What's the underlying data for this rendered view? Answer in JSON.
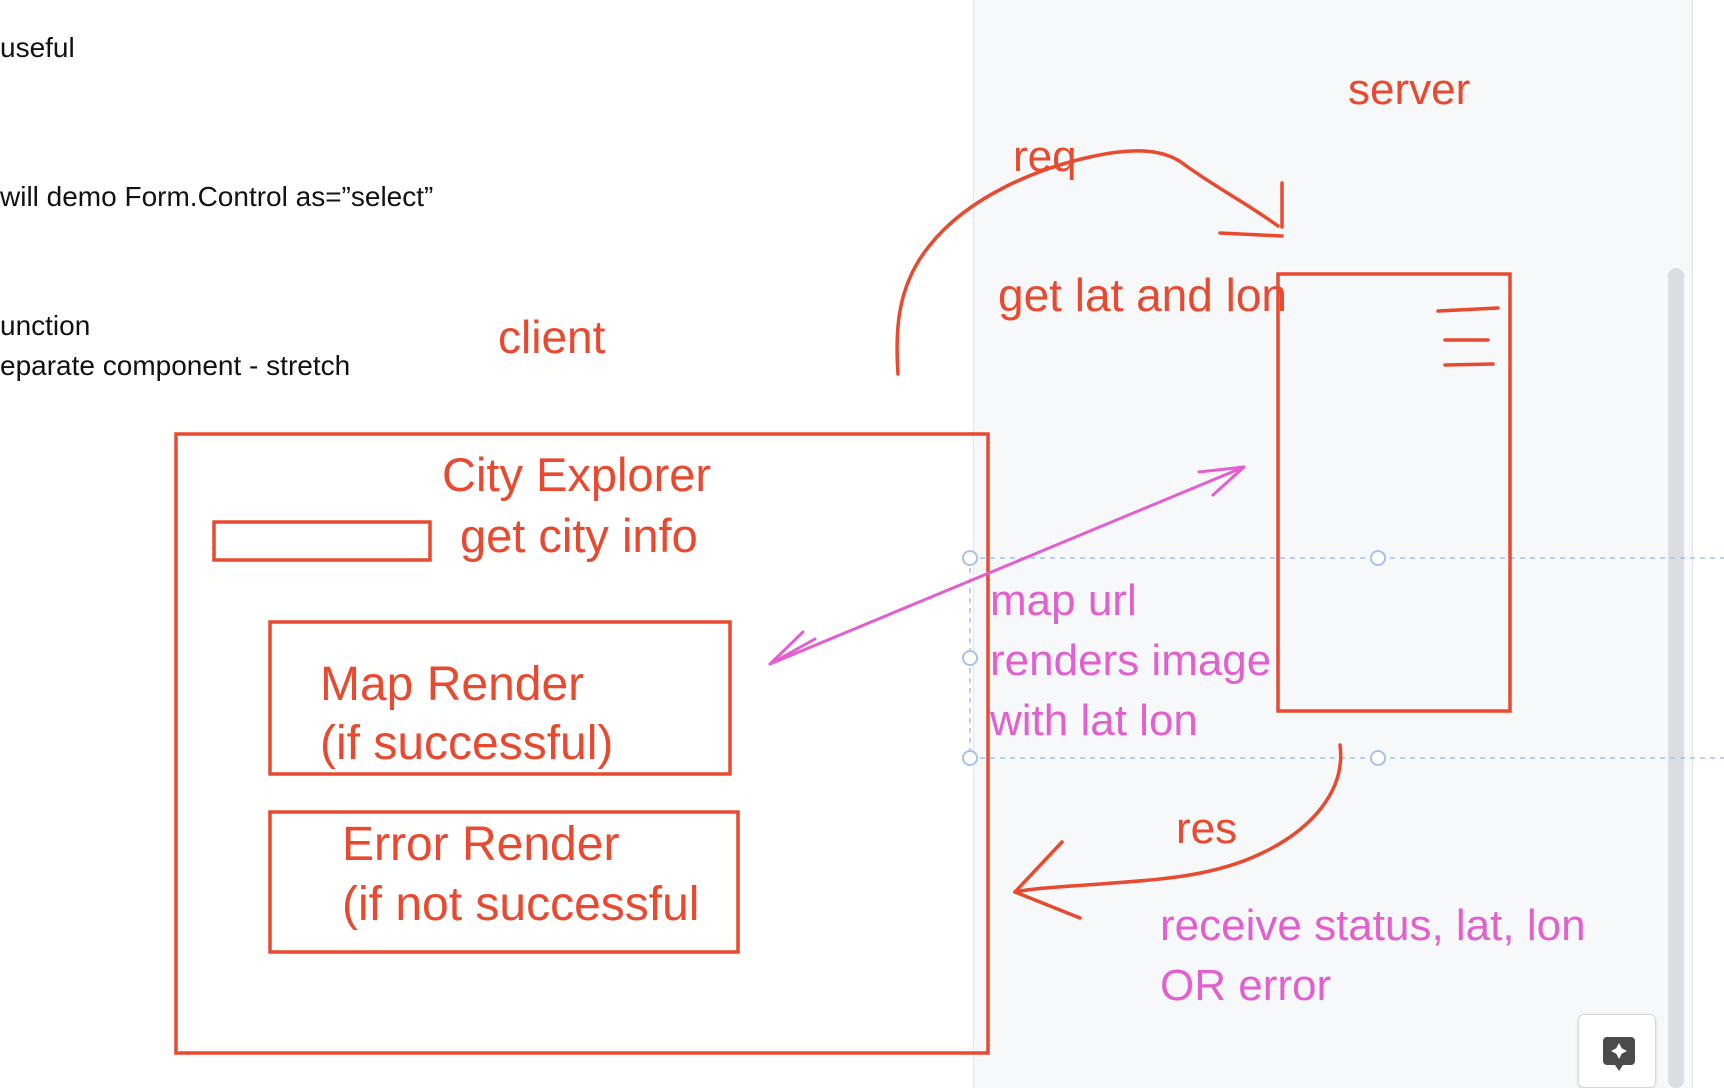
{
  "document": {
    "lines": [
      "useful",
      "will demo Form.Control as=”select”",
      "unction",
      "eparate component - stretch"
    ]
  },
  "diagram": {
    "labels": {
      "client": "client",
      "server": "server",
      "req": "req",
      "get_lat_lon": "get lat and lon",
      "res": "res"
    },
    "app_box": {
      "title": "City Explorer",
      "subtitle": "get city info"
    },
    "map_render": {
      "line1": "Map Render",
      "line2": "(if successful)"
    },
    "error_render": {
      "line1": "Error Render",
      "line2": "(if not successful"
    },
    "map_note": {
      "line1": "map url",
      "line2": "renders image",
      "line3": "with lat lon"
    },
    "receive_note": {
      "line1": "receive status, lat, lon",
      "line2": "OR error"
    }
  },
  "colors": {
    "accent_red": "#e8492f",
    "accent_pink": "#e35ecf",
    "guide_blue": "#a9c0ea",
    "panel_background": "#f7f8fa"
  },
  "icons": {
    "assist": "sparkle-icon"
  }
}
